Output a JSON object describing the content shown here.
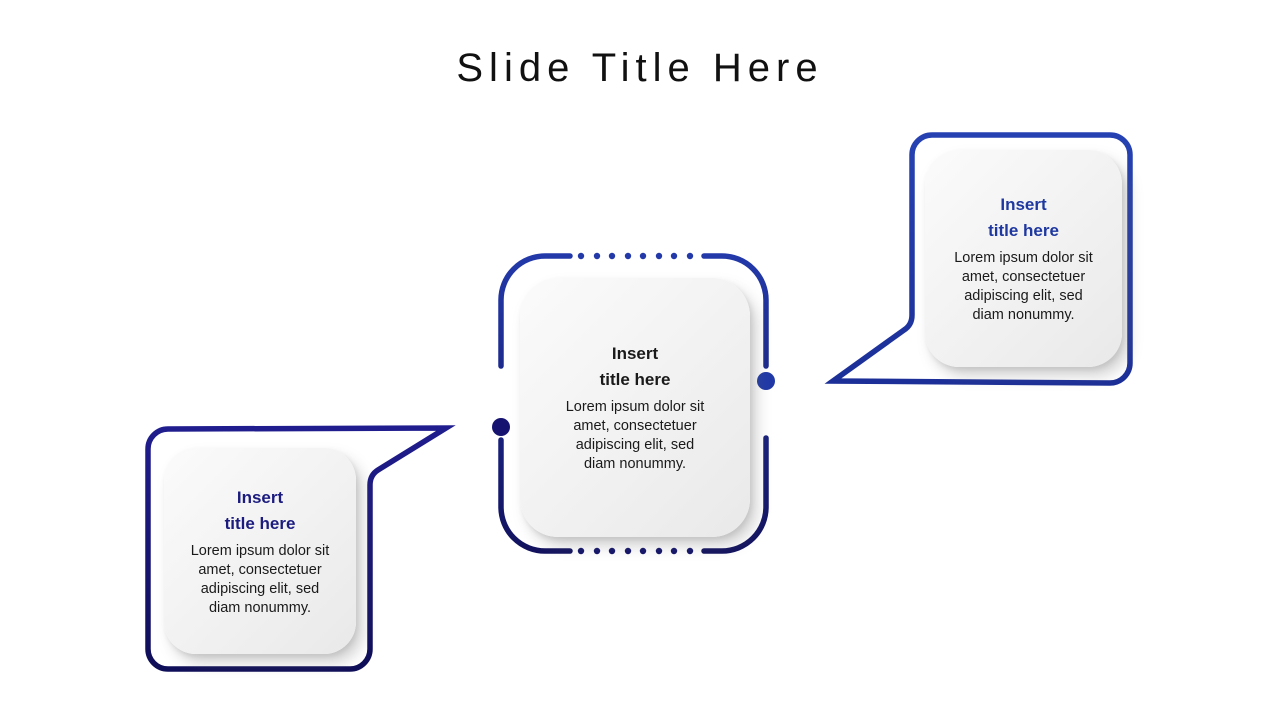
{
  "slide": {
    "title": "Slide Title Here"
  },
  "colors": {
    "slide_title": "#111111",
    "body_text": "#1a1a1a",
    "frame_stroke_top": "#2339a9",
    "frame_stroke_bottom": "#12125f",
    "left_bubble_stroke_top": "#201d8e",
    "left_bubble_stroke_bottom": "#0f0e58",
    "right_bubble_stroke_top": "#2642b2",
    "right_bubble_stroke_bottom": "#1c2f98",
    "top_dots": "#2339a9",
    "bottom_dots": "#13136a",
    "left_dot": "#161370",
    "right_dot": "#2039a6"
  },
  "bubbles": [
    {
      "position": "bottom-left",
      "title_color": "#1c1c80",
      "title_lines": [
        "Insert",
        "title here"
      ],
      "body_lines": [
        "Lorem ipsum dolor sit",
        "amet, consectetuer",
        "adipiscing elit, sed",
        "diam nonummy."
      ]
    },
    {
      "position": "center",
      "title_color": "#1a1a1a",
      "title_lines": [
        "Insert",
        "title here"
      ],
      "body_lines": [
        "Lorem ipsum dolor sit",
        "amet, consectetuer",
        "adipiscing elit, sed",
        "diam nonummy."
      ]
    },
    {
      "position": "top-right",
      "title_color": "#1e38a0",
      "title_lines": [
        "Insert",
        "title here"
      ],
      "body_lines": [
        "Lorem ipsum dolor sit",
        "amet, consectetuer",
        "adipiscing elit, sed",
        "diam nonummy."
      ]
    }
  ]
}
